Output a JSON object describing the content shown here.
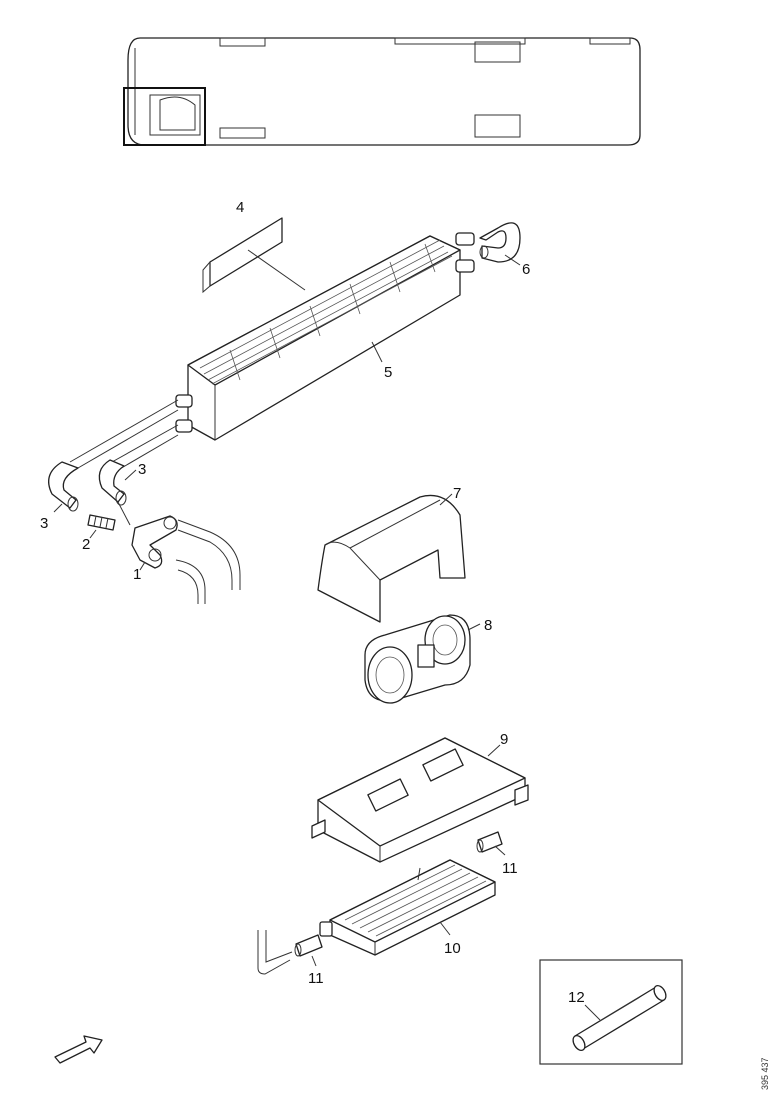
{
  "callouts": {
    "c1": "1",
    "c2": "2",
    "c3a": "3",
    "c3b": "3",
    "c4": "4",
    "c5": "5",
    "c6": "6",
    "c7": "7",
    "c8": "8",
    "c9": "9",
    "c10": "10",
    "c11a": "11",
    "c11b": "11",
    "c12": "12"
  },
  "reference_code": "395 437"
}
